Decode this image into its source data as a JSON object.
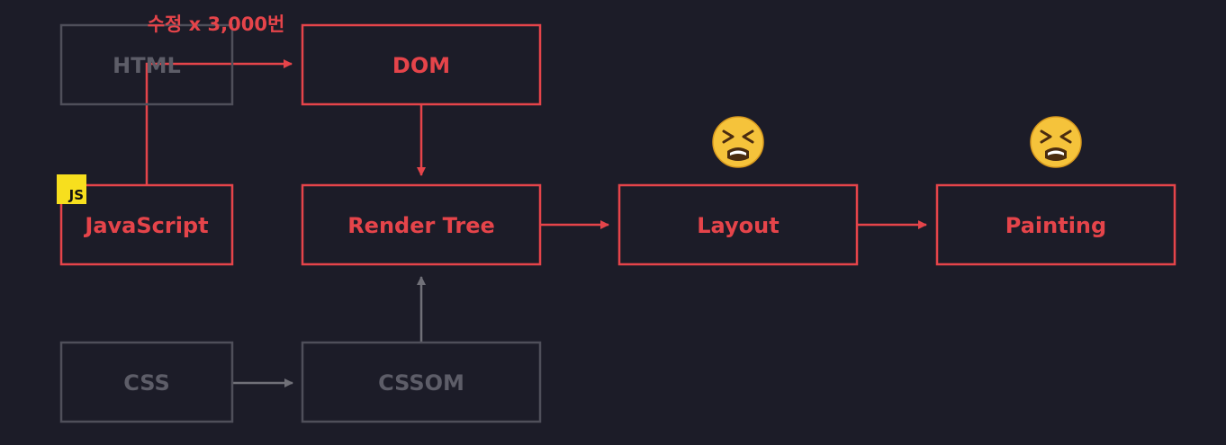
{
  "colors": {
    "background": "#1c1c28",
    "active": "#e5444a",
    "inactive": "#4f4f5a",
    "inactive_text": "#5d5d68",
    "inactive_arrow": "#707078",
    "js_badge": "#f7df1e"
  },
  "nodes": {
    "html": {
      "label": "HTML",
      "active": false
    },
    "dom": {
      "label": "DOM",
      "active": true
    },
    "javascript": {
      "label": "JavaScript",
      "active": true
    },
    "render_tree": {
      "label": "Render Tree",
      "active": true
    },
    "layout": {
      "label": "Layout",
      "active": true
    },
    "painting": {
      "label": "Painting",
      "active": true
    },
    "css": {
      "label": "CSS",
      "active": false
    },
    "cssom": {
      "label": "CSSOM",
      "active": false
    }
  },
  "edges": [
    {
      "from": "javascript",
      "to": "dom",
      "active": true
    },
    {
      "from": "dom",
      "to": "render_tree",
      "active": true
    },
    {
      "from": "render_tree",
      "to": "layout",
      "active": true
    },
    {
      "from": "layout",
      "to": "painting",
      "active": true
    },
    {
      "from": "css",
      "to": "cssom",
      "active": false
    },
    {
      "from": "cssom",
      "to": "render_tree",
      "active": false
    }
  ],
  "annotation": "수정 x 3,000번",
  "js_badge_label": "JS",
  "emoji": {
    "layout": "😫",
    "painting": "😫",
    "icon_name": "tired-face-icon"
  }
}
